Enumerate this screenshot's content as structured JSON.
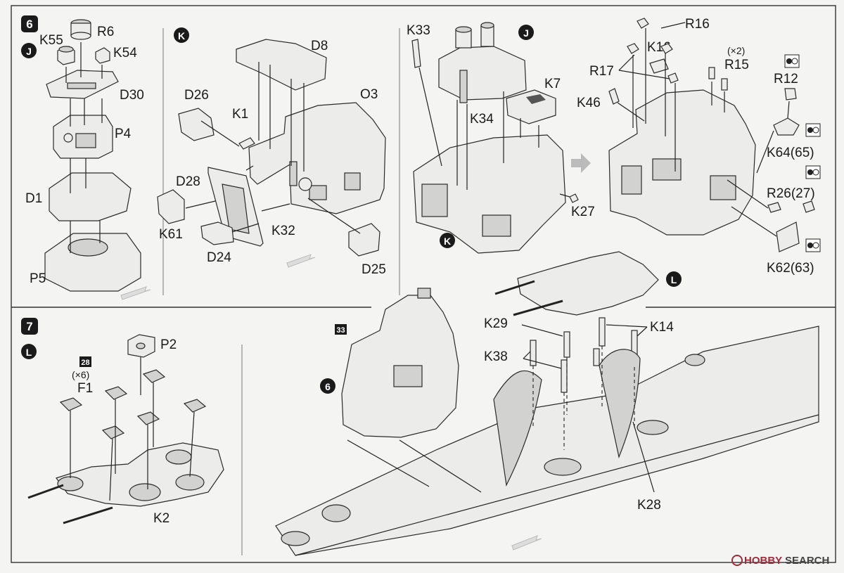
{
  "steps": {
    "s6": "6",
    "s7": "7",
    "subJ1": "J",
    "subK1": "K",
    "subJ2": "J",
    "subK2": "K",
    "subL1": "L",
    "subL2": "L",
    "s6ref": "6"
  },
  "labels": {
    "R6": "R6",
    "K55": "K55",
    "K54": "K54",
    "D30": "D30",
    "P4": "P4",
    "D1": "D1",
    "P5": "P5",
    "D8": "D8",
    "D26": "D26",
    "K1": "K1",
    "O3": "O3",
    "D28": "D28",
    "K61": "K61",
    "K32": "K32",
    "D24": "D24",
    "D25": "D25",
    "K33": "K33",
    "K7": "K7",
    "K34": "K34",
    "K27": "K27",
    "R16": "R16",
    "K16": "K16",
    "R17": "R17",
    "R15": "R15",
    "R15x": "(×2)",
    "K46": "K46",
    "R12": "R12",
    "K64": "K64(65)",
    "R26": "R26(27)",
    "K62": "K62(63)",
    "P2": "P2",
    "F1": "F1",
    "F1x": "(×6)",
    "K2": "K2",
    "K29": "K29",
    "K14": "K14",
    "K38": "K38",
    "K28": "K28"
  },
  "paint_codes": {
    "c33": "33",
    "c28": "28"
  },
  "watermark": {
    "brand": "HOBBY",
    "suffix": "SEARCH"
  },
  "colors": {
    "badge": "#1a1a1a",
    "watermark": "#a12b3a",
    "paper": "#f4f4f2"
  }
}
